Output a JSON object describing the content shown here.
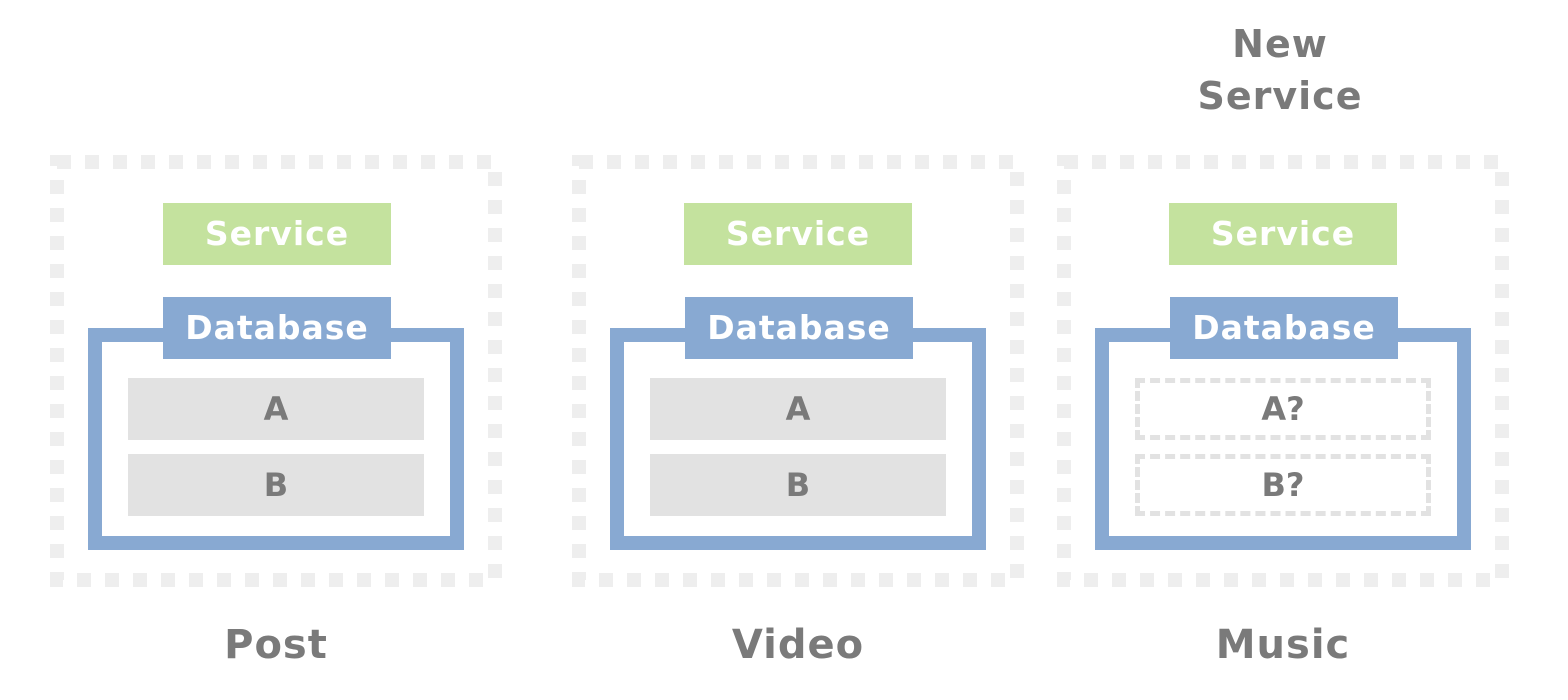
{
  "new_service_label": "New\nService",
  "domains": [
    {
      "label": "Post",
      "service_label": "Service",
      "database_label": "Database",
      "tables": [
        "A",
        "B"
      ],
      "tables_pending": false
    },
    {
      "label": "Video",
      "service_label": "Service",
      "database_label": "Database",
      "tables": [
        "A",
        "B"
      ],
      "tables_pending": false
    },
    {
      "label": "Music",
      "service_label": "Service",
      "database_label": "Database",
      "tables": [
        "A?",
        "B?"
      ],
      "tables_pending": true
    }
  ],
  "colors": {
    "service": "#c4e29e",
    "database": "#88a9d2",
    "table": "#e2e2e2",
    "text": "#7a7a7a",
    "outline": "#eeeeee"
  }
}
